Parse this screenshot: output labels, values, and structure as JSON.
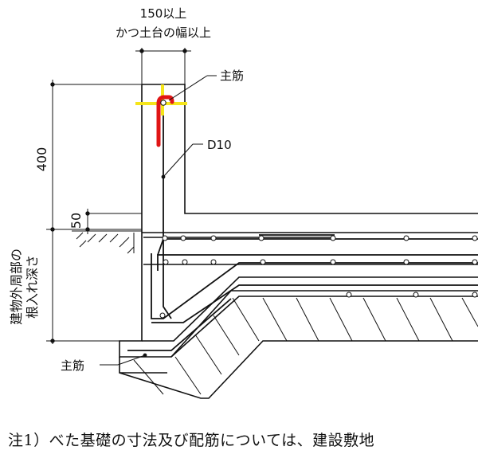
{
  "labels": {
    "top_width_line1": "150以上",
    "top_width_line2": "かつ土台の幅以上",
    "main_bar_top": "主筋",
    "bar_d10": "D10",
    "height_400": "400",
    "height_50": "50",
    "embed_depth_line1": "建物外周部の",
    "embed_depth_line2": "根入れ深さ",
    "main_bar_bottom": "主筋"
  },
  "note": "注1）べた基礎の寸法及び配筋については、建設敷地",
  "colors": {
    "line": "#111111",
    "highlight_bar": "#e01515",
    "highlight_cross": "#f5e51a"
  }
}
